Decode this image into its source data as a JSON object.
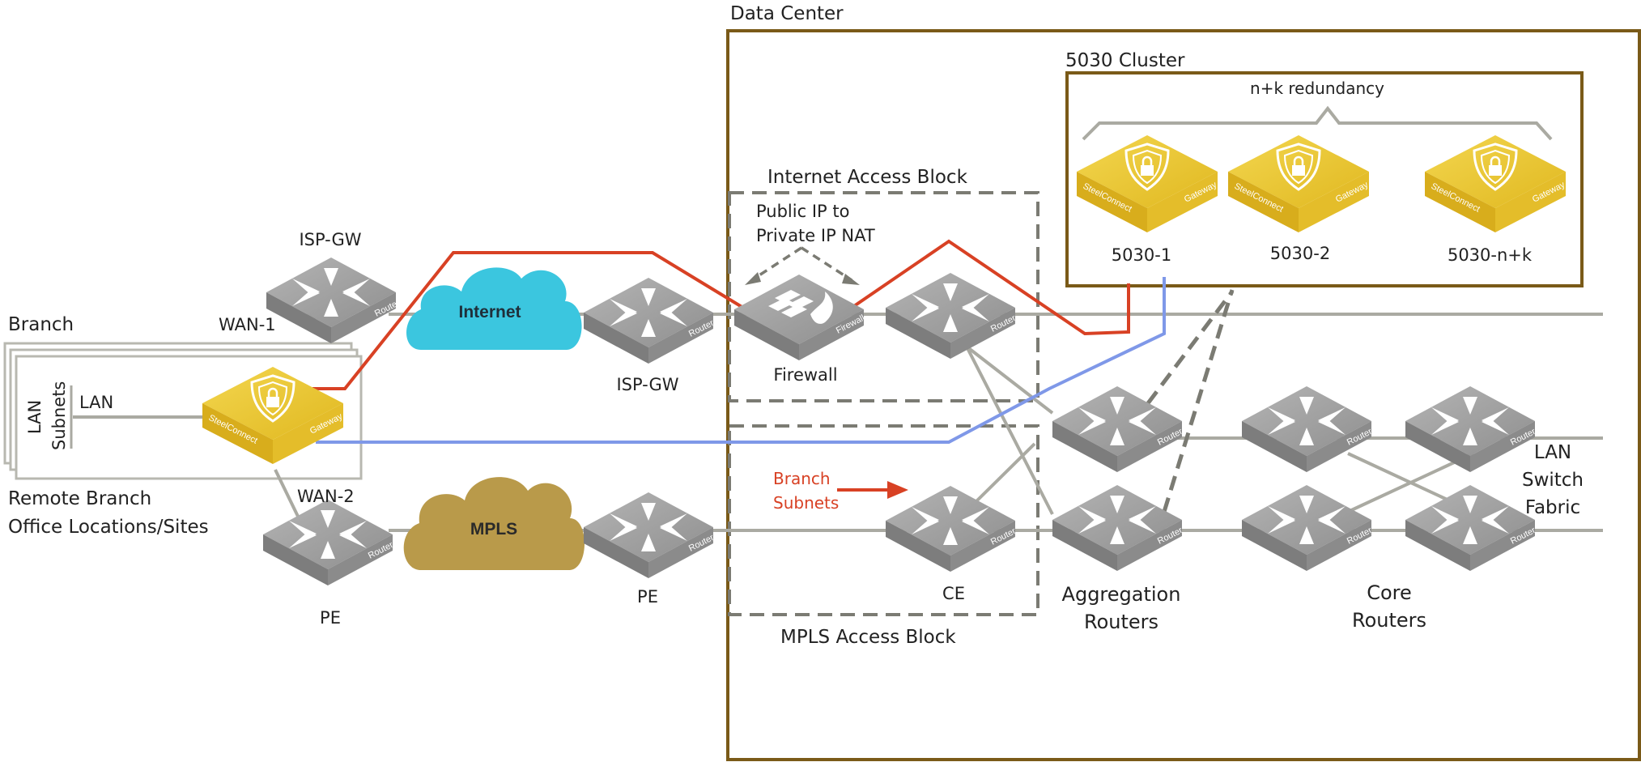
{
  "labels": {
    "data_center": "Data Center",
    "cluster": "5030 Cluster",
    "redundancy": "n+k redundancy",
    "internet_block": "Internet Access Block",
    "nat_line1": "Public IP to",
    "nat_line2": "Private IP NAT",
    "mpls_block": "MPLS Access Block",
    "branch_subnets_1": "Branch",
    "branch_subnets_2": "Subnets",
    "branch": "Branch",
    "remote_1": "Remote Branch",
    "remote_2": "Office Locations/Sites",
    "lan": "LAN",
    "lan_subnets_1": "LAN",
    "lan_subnets_2": "Subnets",
    "wan1": "WAN-1",
    "wan2": "WAN-2",
    "isp_gw_left": "ISP-GW",
    "isp_gw_mid": "ISP-GW",
    "pe_left": "PE",
    "pe_mid": "PE",
    "firewall": "Firewall",
    "ce": "CE",
    "n1": "5030-1",
    "n2": "5030-2",
    "nk": "5030-n+k",
    "agg_1": "Aggregation",
    "agg_2": "Routers",
    "core_1": "Core",
    "core_2": "Routers",
    "fabric_1": "LAN",
    "fabric_2": "Switch",
    "fabric_3": "Fabric",
    "internet": "Internet",
    "mpls": "MPLS"
  },
  "device_text": {
    "router": "Router",
    "firewall": "Firewall",
    "gateway": "Gateway",
    "steelconnect": "SteelConnect"
  },
  "colors": {
    "frame": "#7a5a18",
    "dashed": "#7b7b73",
    "link": "#aaaaa2",
    "red_path": "#d84124",
    "blue_path": "#7f98e8",
    "router": "#9b9b9b",
    "gateway": "#e8c230",
    "internet_cloud": "#3bc6df",
    "mpls_cloud": "#b99a4a",
    "branch_subnets": "#d84124"
  }
}
